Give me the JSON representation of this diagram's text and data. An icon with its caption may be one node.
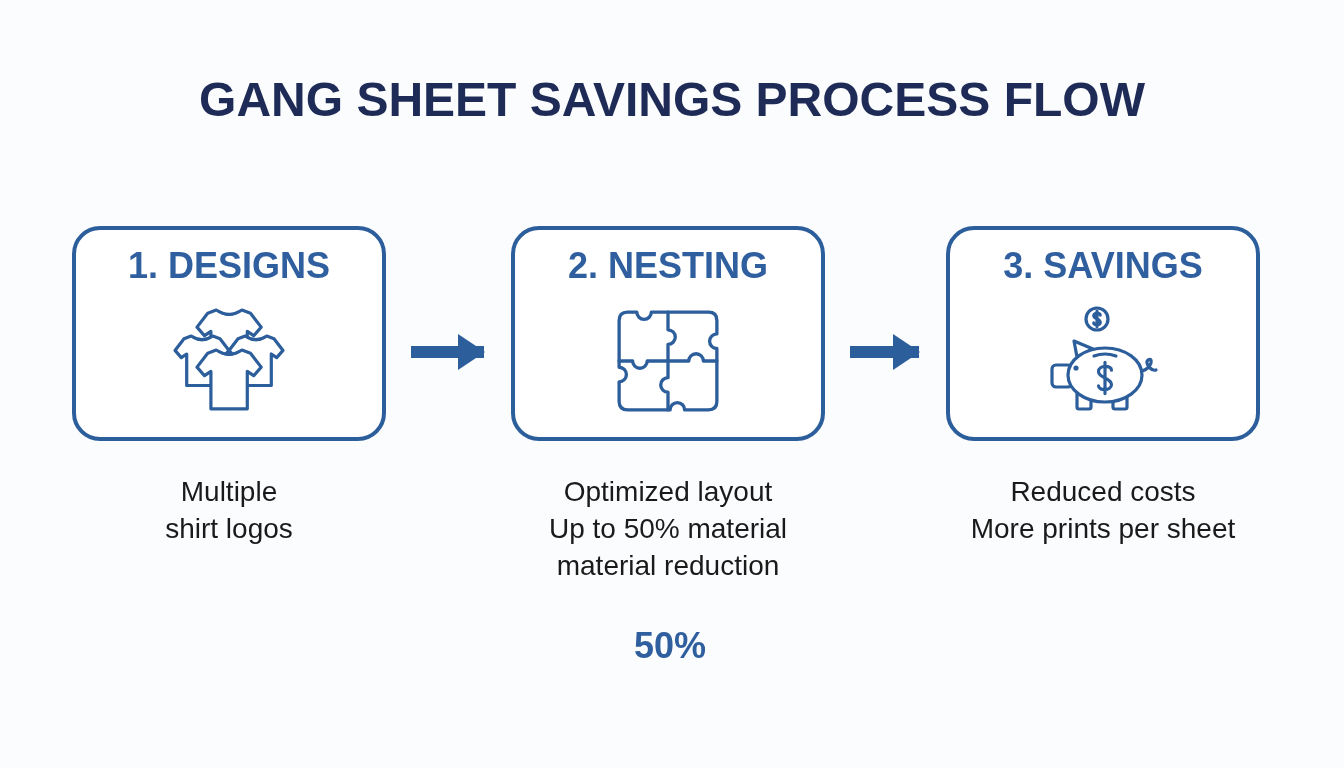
{
  "diagram": {
    "title": "GANG SHEET SAVINGS PROCESS FLOW",
    "nodes": [
      {
        "text": [
          "1. DESIGNS"
        ],
        "beside": [
          "Multiple shirt logos"
        ]
      },
      {
        "text": [
          "2. NESTING"
        ],
        "beside": [
          "Optimized layout",
          "Up to 50% material material reduction"
        ]
      },
      {
        "text": [
          "3. SAVINGS"
        ],
        "beside": [
          "Reduced costs",
          "More prints per sheet"
        ]
      }
    ],
    "edges": [
      {
        "from": 0,
        "to": 1,
        "arrow": "to"
      },
      {
        "from": 1,
        "to": 2,
        "arrow": "to"
      }
    ],
    "labels": [
      "50%"
    ]
  }
}
